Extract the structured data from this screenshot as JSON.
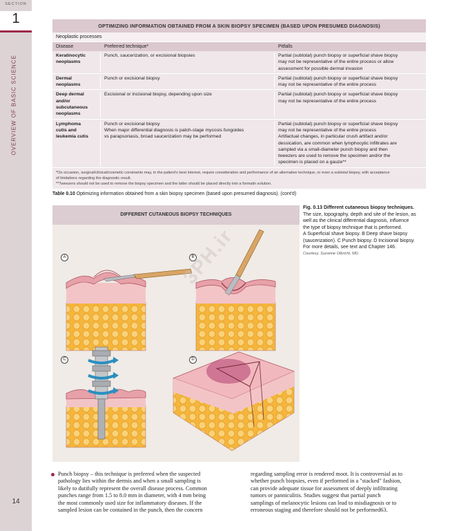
{
  "sidebar": {
    "section_label": "SECTION",
    "section_number": "1",
    "title": "OVERVIEW OF BASIC SCIENCE",
    "page_number": "14"
  },
  "table": {
    "title": "OPTIMIZING INFORMATION OBTAINED FROM A SKIN BIOPSY SPECIMEN (BASED UPON PRESUMED DIAGNOSIS)",
    "group": "Neoplastic processes",
    "headers": [
      "Disease",
      "Preferred technique*",
      "Pitfalls"
    ],
    "rows": [
      {
        "disease": [
          "Keratinocytic",
          "neoplasms"
        ],
        "technique": [
          "Punch, saucerization, or excisional biopsies"
        ],
        "pitfalls": [
          "Partial (subtotal) punch biopsy or superficial shave biopsy",
          "may not be representative of the entire process or allow",
          "assessment for possible dermal invasion"
        ]
      },
      {
        "disease": [
          "Dermal",
          "neoplasms"
        ],
        "technique": [
          "Punch or excisional biopsy"
        ],
        "pitfalls": [
          "Partial (subtotal) punch biopsy or superficial shave biopsy",
          "may not be representative of the entire process"
        ]
      },
      {
        "disease": [
          "Deep dermal",
          "and/or",
          "subcutaneous",
          "neoplasms"
        ],
        "technique": [
          "Excisional or incisional biopsy, depending upon size"
        ],
        "pitfalls": [
          "Partial (subtotal) punch biopsy or superficial shave biopsy",
          "may not be representative of the entire process"
        ]
      },
      {
        "disease": [
          "Lymphoma",
          "cutis and",
          "leukemia cutis"
        ],
        "technique": [
          "Punch or excisional biopsy",
          "When major differential diagnosis is patch-stage mycosis fungoides",
          "vs parapsoriasis, broad saucerization may be performed"
        ],
        "pitfalls": [
          "Partial (subtotal) punch biopsy or superficial shave biopsy",
          "may not be representative of the entire process",
          "Artifactual changes, in particular crush artifact and/or",
          "dessication, are common when lymphocytic infiltrates are",
          "sampled via a small-diameter punch biopsy and then",
          "tweezers are used to remove the specimen and/or the",
          "specimen is placed on a gauze**"
        ]
      }
    ],
    "notes": [
      "*On occasion, surgical/clinical/cosmetic constraints may, in the patient's best interest, require consideration and performance of an alternative technique, or even a subtotal biopsy, with acceptance",
      "of limitations regarding the diagnostic result.",
      "**Tweezers should not be used to remove the biopsy specimen and the latter should be placed directly into a formalin solution."
    ],
    "caption_label": "Table 0.10",
    "caption_text": "Optimizing information obtained from a skin biopsy specimen (based upon presumed diagnosis). (cont'd)"
  },
  "figure": {
    "title": "DIFFERENT CUTANEOUS BIOPSY TECHNIQUES",
    "panels": [
      "A",
      "B",
      "C",
      "D"
    ],
    "caption_label": "Fig. 0.13",
    "caption_title": "Different cutaneous biopsy techniques.",
    "caption_lines": [
      "The size, topography, depth and site of the lesion, as",
      "well as the clinical differential diagnosis, influence",
      "the type of biopsy technique that is performed.",
      "A Superficial shave biopsy. B Deep shave biopsy",
      "(saucerization). C Punch biopsy. D Incisional biopsy.",
      "For more details, see text and Chapter 146."
    ],
    "credit": "Courtesy, Suzanne Olbricht, MD.",
    "colors": {
      "epidermis": "#e7a1a8",
      "dermis": "#f3c4c6",
      "fat": "#f4b63c",
      "blade": "#b9bcc0",
      "handle": "#d9a566",
      "arrow": "#2b8fc0"
    }
  },
  "body": {
    "left_lines": [
      "Punch biopsy – this technique is preferred when the suspected",
      "pathology lies within the dermis and when a small sampling is",
      "likely to dutifully represent the overall disease process. Common",
      "punches range from 1.5 to 8.0 mm in diameter, with 4 mm being",
      "the most commonly used size for inflammatory diseases. If the",
      "sampled lesion can be contained in the punch, then the concern"
    ],
    "right_lines": [
      "regarding sampling error is rendered moot. It is controversial as to",
      "whether punch biopsies, even if performed in a \"stacked\" fashion,",
      "can provide adequate tissue for assessment of deeply infiltrating",
      "tumors or panniculitis. Studies suggest that partial punch",
      "samplings of melanocytic lesions can lead to misdiagnosis or to",
      "erroneous staging and therefore should not be performed63."
    ]
  },
  "watermark": "3PH.ir"
}
